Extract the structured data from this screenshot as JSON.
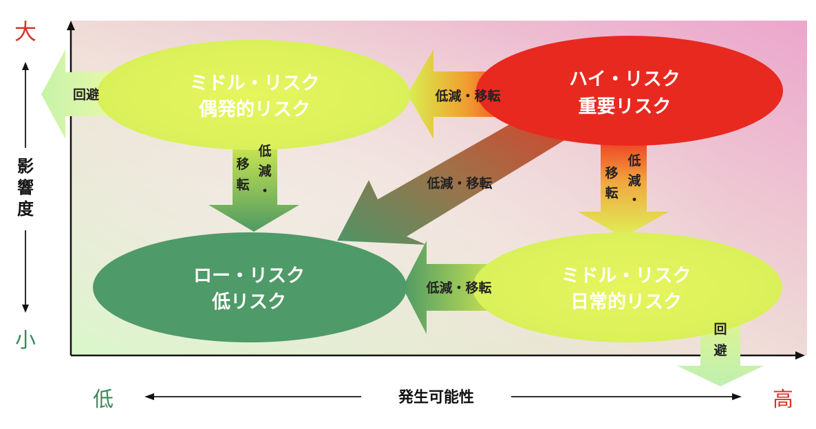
{
  "axis": {
    "y_top": "大",
    "y_bottom": "小",
    "y_label": [
      "影",
      "響",
      "度"
    ],
    "x_left": "低",
    "x_right": "高",
    "x_label": "発生可能性"
  },
  "nodes": {
    "middle_contingent": {
      "line1": "ミドル・リスク",
      "line2": "偶発的リスク"
    },
    "high": {
      "line1": "ハイ・リスク",
      "line2": "重要リスク"
    },
    "low": {
      "line1": "ロー・リスク",
      "line2": "低リスク"
    },
    "middle_daily": {
      "line1": "ミドル・リスク",
      "line2": "日常的リスク"
    }
  },
  "edges": {
    "avoid_left": "回避",
    "high_to_middle": "低減・移転",
    "middle_down": [
      "低",
      "減",
      "・",
      "移",
      "転"
    ],
    "high_diag": "低減・移転",
    "high_down": [
      "低",
      "減",
      "・",
      "移",
      "転"
    ],
    "daily_to_low": "低減・移転",
    "avoid_down": [
      "回",
      "避"
    ]
  },
  "colors": {
    "red": "#d9342a",
    "green": "#3a8a5a",
    "lime": "#e0f060",
    "high_fill": "#e8291f",
    "low_fill": "#4e9a68",
    "pink": "#e8a6c8"
  }
}
